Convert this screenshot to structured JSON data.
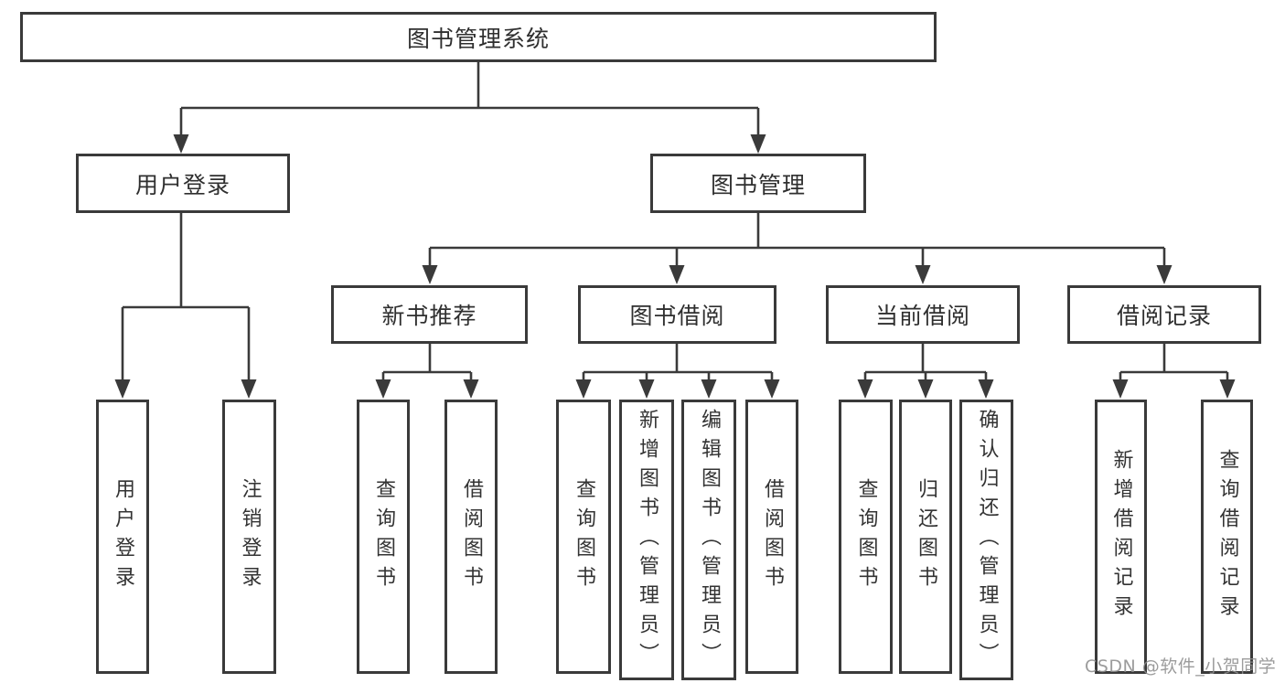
{
  "diagram": {
    "root": {
      "label": "图书管理系统"
    },
    "branches": [
      {
        "label": "用户登录",
        "children": [
          {
            "label": "用户登录"
          },
          {
            "label": "注销登录"
          }
        ]
      },
      {
        "label": "图书管理",
        "groups": [
          {
            "label": "新书推荐",
            "children": [
              {
                "label": "查询图书"
              },
              {
                "label": "借阅图书"
              }
            ]
          },
          {
            "label": "图书借阅",
            "children": [
              {
                "label": "查询图书"
              },
              {
                "label": "新增图书（管理员）"
              },
              {
                "label": "编辑图书（管理员）"
              },
              {
                "label": "借阅图书"
              }
            ]
          },
          {
            "label": "当前借阅",
            "children": [
              {
                "label": "查询图书"
              },
              {
                "label": "归还图书"
              },
              {
                "label": "确认归还（管理员）"
              }
            ]
          },
          {
            "label": "借阅记录",
            "children": [
              {
                "label": "新增借阅记录"
              },
              {
                "label": "查询借阅记录"
              }
            ]
          }
        ]
      }
    ]
  },
  "watermark": {
    "text": "CSDN @软件_小贺同学"
  },
  "colors": {
    "line": "#3a3a3a",
    "box_border": "#3a3a3a",
    "text": "#2f2f2f",
    "watermark": "#8e8e8e",
    "background": "#ffffff"
  }
}
